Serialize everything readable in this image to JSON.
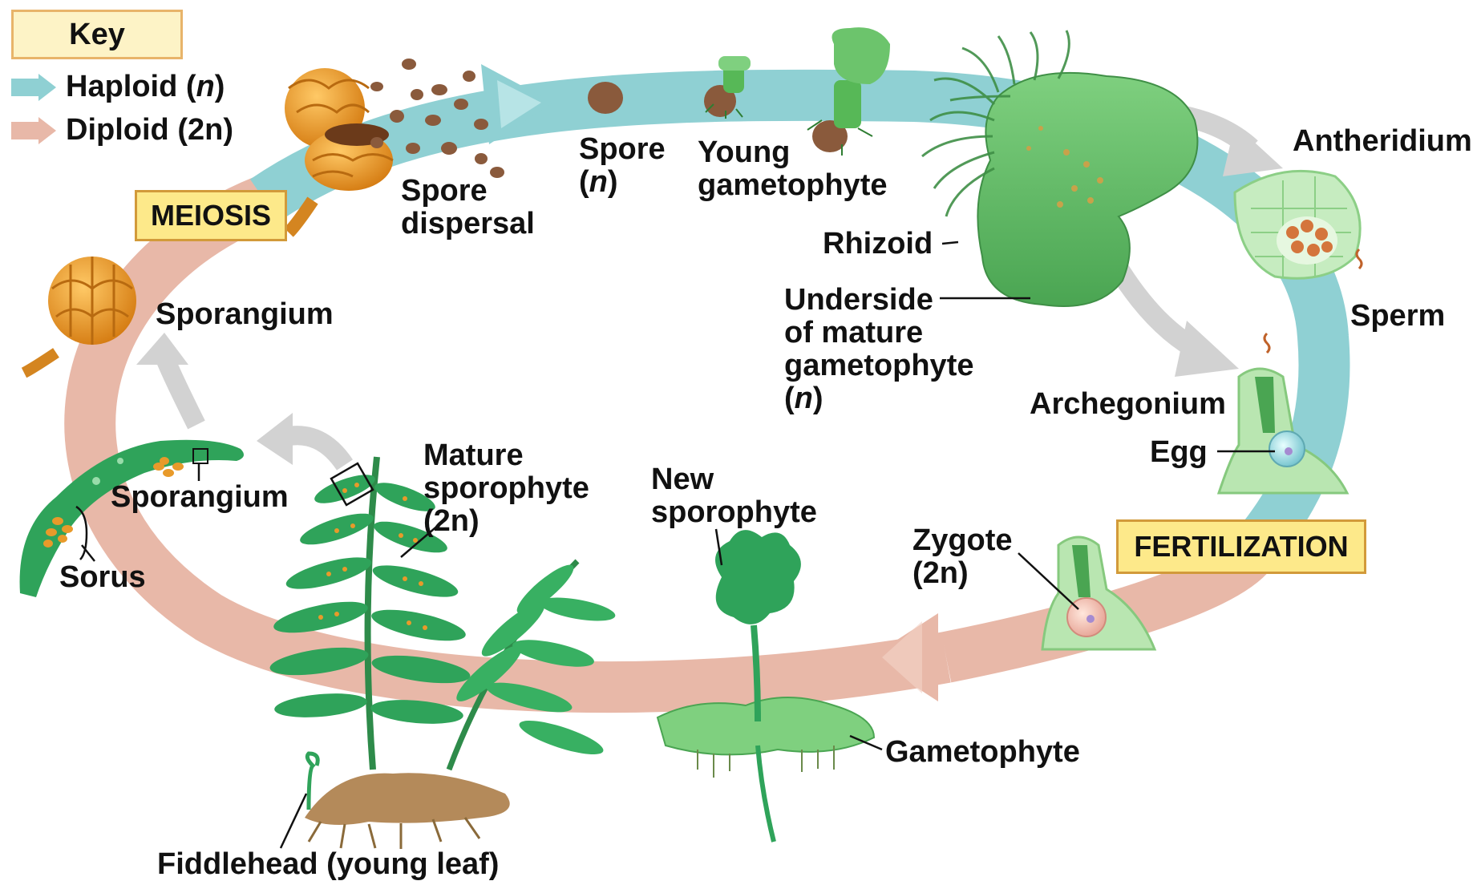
{
  "key": {
    "title": "Key",
    "haploid": {
      "label": "Haploid",
      "symbol": "n",
      "color": "#8fd0d3"
    },
    "diploid": {
      "label": "Diploid",
      "symbol": "2n",
      "color": "#e8b8a8"
    }
  },
  "stages": {
    "meiosis": "MEIOSIS",
    "fertilization": "FERTILIZATION"
  },
  "labels": {
    "spore_dispersal": [
      "Spore",
      "dispersal"
    ],
    "spore": "Spore",
    "spore_ploidy": "n",
    "young_gametophyte": [
      "Young",
      "gametophyte"
    ],
    "antheridium": "Antheridium",
    "rhizoid": "Rhizoid",
    "underside": [
      "Underside",
      "of mature",
      "gametophyte"
    ],
    "underside_ploidy": "n",
    "sperm": "Sperm",
    "archegonium": "Archegonium",
    "egg": "Egg",
    "zygote": "Zygote",
    "zygote_ploidy": "2n",
    "new_sporophyte": [
      "New",
      "sporophyte"
    ],
    "gametophyte": "Gametophyte",
    "mature_sporophyte": [
      "Mature",
      "sporophyte"
    ],
    "mature_sporophyte_ploidy": "2n",
    "fiddlehead": "Fiddlehead (young leaf)",
    "sporangium_top": "Sporangium",
    "sporangium_leaf": "Sporangium",
    "sorus": "Sorus"
  },
  "colors": {
    "haploid_arrow": "#8fd0d3",
    "diploid_arrow": "#e8b8a8",
    "plant_green": "#2fa35a",
    "gametophyte_green": "#66bb66",
    "sporangium_orange": "#e89a2a",
    "flow_arrow_gray": "#d0d0d0",
    "spore_brown": "#8a5a3c",
    "stage_box_fill": "#fde98a",
    "key_box_fill": "#fdf3c6"
  }
}
